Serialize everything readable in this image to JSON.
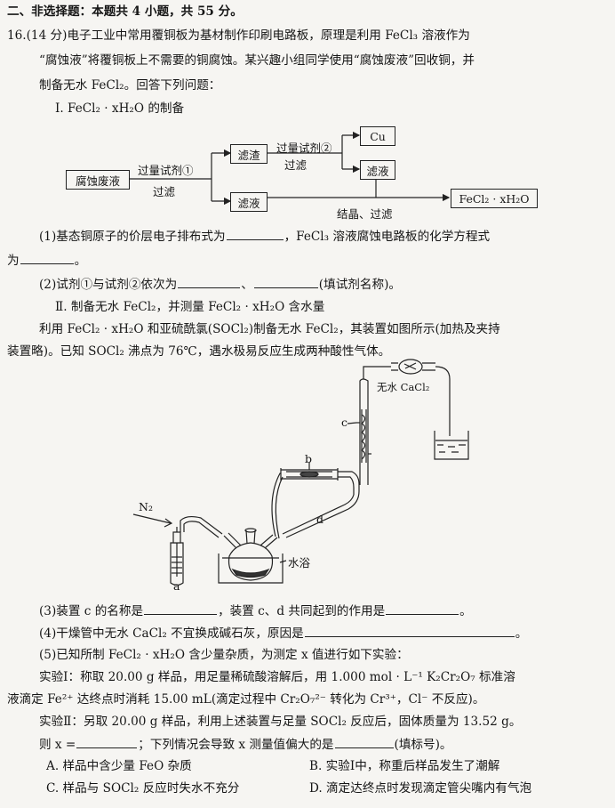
{
  "section_header": "二、非选择题：本题共 4 小题，共 55 分。",
  "q16": {
    "intro_l1": "16.(14 分)电子工业中常用覆铜板为基材制作印刷电路板，原理是利用 FeCl₃ 溶液作为",
    "intro_l2": "“腐蚀液”将覆铜板上不需要的铜腐蚀。某兴趣小组同学使用“腐蚀废液”回收铜，并",
    "intro_l3": "制备无水 FeCl₂。回答下列问题：",
    "part1_title": "Ⅰ. FeCl₂ · xH₂O 的制备",
    "flow": {
      "start": "腐蚀废液",
      "reagent1": "过量试剂①",
      "op1": "过滤",
      "residue": "滤渣",
      "filtrate": "滤液",
      "reagent2": "过量试剂②",
      "op2": "过滤",
      "cu": "Cu",
      "filtrate2": "滤液",
      "crystallize": "结晶、过滤",
      "product": "FeCl₂ · xH₂O"
    },
    "q1_a": "(1)基态铜原子的价层电子排布式为",
    "q1_b": "，FeCl₃ 溶液腐蚀电路板的化学方程式",
    "q1_c": "为",
    "q1_d": "。",
    "q2_a": "(2)试剂①与试剂②依次为",
    "q2_b": "、",
    "q2_c": "(填试剂名称)。",
    "part2_title": "Ⅱ. 制备无水 FeCl₂，并测量 FeCl₂ · xH₂O 含水量",
    "part2_l1": "利用 FeCl₂ · xH₂O 和亚硫酰氯(SOCl₂)制备无水 FeCl₂，其装置如图所示(加热及夹持",
    "part2_l2": "装置略)。已知 SOCl₂ 沸点为 76℃，遇水极易反应生成两种酸性气体。",
    "apparatus": {
      "n2": "N₂",
      "a": "a",
      "b": "b",
      "c": "c",
      "d": "d",
      "water_bath": "水浴",
      "cacl2": "无水 CaCl₂"
    },
    "q3_a": "(3)装置 c 的名称是",
    "q3_b": "，装置 c、d 共同起到的作用是",
    "q3_c": "。",
    "q4_a": "(4)干燥管中无水 CaCl₂ 不宜换成碱石灰，原因是",
    "q4_b": "。",
    "q5": "(5)已知所制 FeCl₂ · xH₂O 含少量杂质，为测定 x 值进行如下实验：",
    "exp1_l1": "实验Ⅰ：称取 20.00 g 样品，用足量稀硫酸溶解后，用 1.000 mol · L⁻¹ K₂Cr₂O₇ 标准溶",
    "exp1_l2": "液滴定 Fe²⁺ 达终点时消耗 15.00 mL(滴定过程中 Cr₂O₇²⁻ 转化为 Cr³⁺，Cl⁻ 不反应)。",
    "exp2": "实验Ⅱ：另取 20.00 g 样品，利用上述装置与足量 SOCl₂ 反应后，固体质量为 13.52 g。",
    "xq_a": "则 x =",
    "xq_b": "；下列情况会导致 x 测量值偏大的是",
    "xq_c": "(填标号)。",
    "options": [
      "A. 样品中含少量 FeO 杂质",
      "B. 实验Ⅰ中，称重后样品发生了潮解",
      "C. 样品与 SOCl₂ 反应时失水不充分",
      "D. 滴定达终点时发现滴定管尖嘴内有气泡"
    ]
  }
}
